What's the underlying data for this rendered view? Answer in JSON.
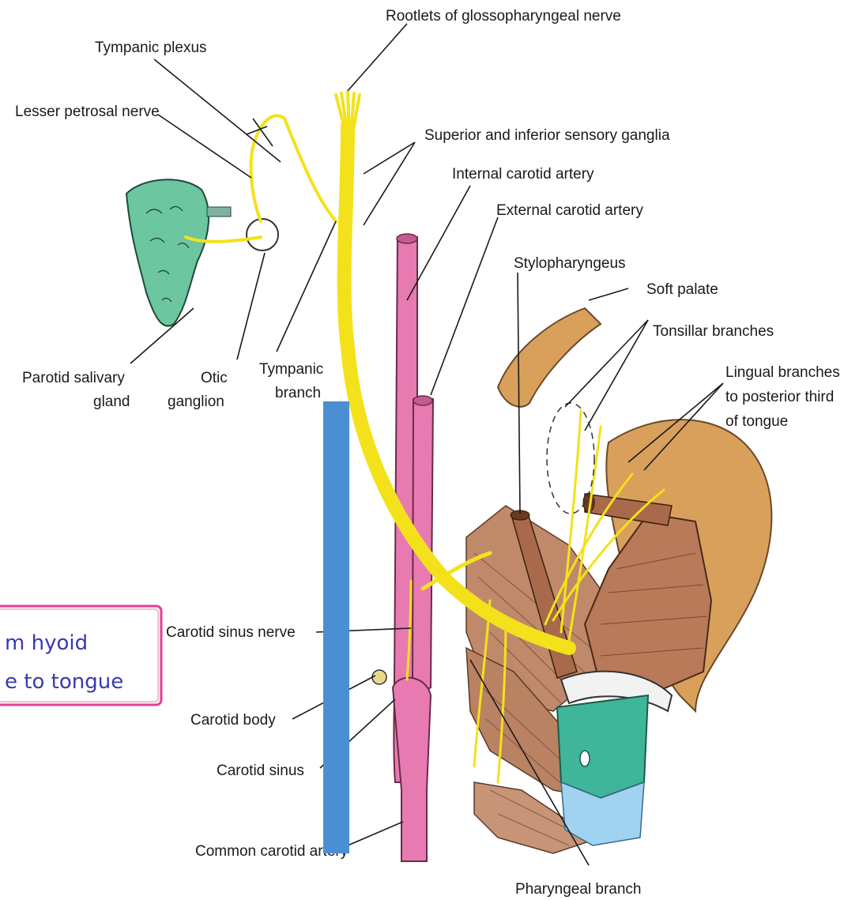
{
  "labels": {
    "rootlets": "Rootlets of glossopharyngeal nerve",
    "tympanic_plexus": "Tympanic plexus",
    "lesser_petrosal": "Lesser petrosal nerve",
    "sensory_ganglia": "Superior and inferior sensory ganglia",
    "internal_carotid": "Internal carotid artery",
    "external_carotid": "External carotid artery",
    "stylopharyngeus": "Stylopharyngeus",
    "soft_palate": "Soft palate",
    "tonsillar": "Tonsillar branches",
    "lingual_1": "Lingual branches",
    "lingual_2": "to posterior third",
    "lingual_3": "of tongue",
    "parotid_1": "Parotid salivary",
    "parotid_2": "gland",
    "otic_1": "Otic",
    "otic_2": "ganglion",
    "tympanic_branch_1": "Tympanic",
    "tympanic_branch_2": "branch",
    "carotid_sinus_nerve": "Carotid sinus nerve",
    "carotid_body": "Carotid body",
    "carotid_sinus": "Carotid sinus",
    "common_carotid": "Common carotid artery",
    "pharyngeal_branch": "Pharyngeal branch"
  },
  "note": {
    "line1": "m hyoid",
    "line2": "e to tongue"
  },
  "colors": {
    "nerve": "#f3e21b",
    "artery": "#e87ab2",
    "parotid": "#6cc6a0",
    "muscle": "#b97a5a",
    "cartilage": "#d9a05c",
    "overlay_bar": "#4a8fd4",
    "note_border": "#e0409a"
  }
}
